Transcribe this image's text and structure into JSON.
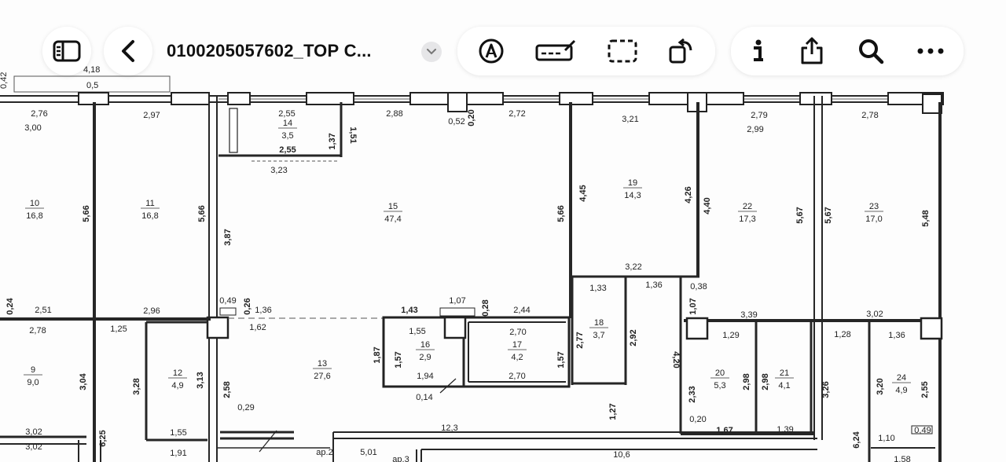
{
  "toolbar": {
    "title": "0100205057602_ТОР С...",
    "icons": [
      "sidebar-icon",
      "back-chevron-icon",
      "title-dropdown-icon",
      "markup-pen-icon",
      "signature-icon",
      "selection-icon",
      "rotate-icon",
      "info-icon",
      "share-icon",
      "search-icon",
      "more-icon"
    ]
  },
  "plan": {
    "top_partial": [
      "0,42",
      "4,18",
      "0,5"
    ],
    "rooms": [
      {
        "no": "10",
        "area": "16,8"
      },
      {
        "no": "11",
        "area": "16,8"
      },
      {
        "no": "14",
        "area": "3,5"
      },
      {
        "no": "15",
        "area": "47,4"
      },
      {
        "no": "19",
        "area": "14,3"
      },
      {
        "no": "22",
        "area": "17,3"
      },
      {
        "no": "23",
        "area": "17,0"
      },
      {
        "no": "9",
        "area": "9,0"
      },
      {
        "no": "12",
        "area": "4,9"
      },
      {
        "no": "13",
        "area": "27,6"
      },
      {
        "no": "16",
        "area": "2,9"
      },
      {
        "no": "17",
        "area": "4,2"
      },
      {
        "no": "18",
        "area": "3,7"
      },
      {
        "no": "20",
        "area": "5,3"
      },
      {
        "no": "21",
        "area": "4,1"
      },
      {
        "no": "24",
        "area": "4,9"
      }
    ],
    "dims": [
      "2,76",
      "3,00",
      "2,97",
      "2,55",
      "1,37",
      "1,51",
      "2,55",
      "3,23",
      "2,88",
      "0,52",
      "0,20",
      "2,72",
      "3,21",
      "2,79",
      "2,99",
      "2,78",
      "5,66",
      "5,66",
      "3,87",
      "5,66",
      "4,45",
      "4,26",
      "4,40",
      "5,67",
      "5,67",
      "5,48",
      "3,22",
      "1,33",
      "1,36",
      "0,38",
      "0,24",
      "2,51",
      "2,78",
      "2,96",
      "1,25",
      "0,49",
      "0,26",
      "1,36",
      "1,62",
      "1,43",
      "1,07",
      "0,28",
      "2,44",
      "1,07",
      "3,39",
      "3,02",
      "1,29",
      "1,28",
      "1,36",
      "1,55",
      "2,70",
      "1,87",
      "1,57",
      "1,57",
      "2,77",
      "2,92",
      "4,20",
      "3,04",
      "3,28",
      "3,13",
      "2,58",
      "1,94",
      "2,70",
      "0,14",
      "2,33",
      "2,98",
      "2,98",
      "3,26",
      "3,20",
      "2,55",
      "0,29",
      "1,27",
      "0,20",
      "1,67",
      "1,39",
      "1,10",
      "0,49",
      "12,3",
      "3,02",
      "3,02",
      "1,55",
      "1,91",
      "6,25",
      "6,24",
      "1,58",
      "ар.2",
      "5,01",
      "ар.3",
      "10,6"
    ]
  }
}
